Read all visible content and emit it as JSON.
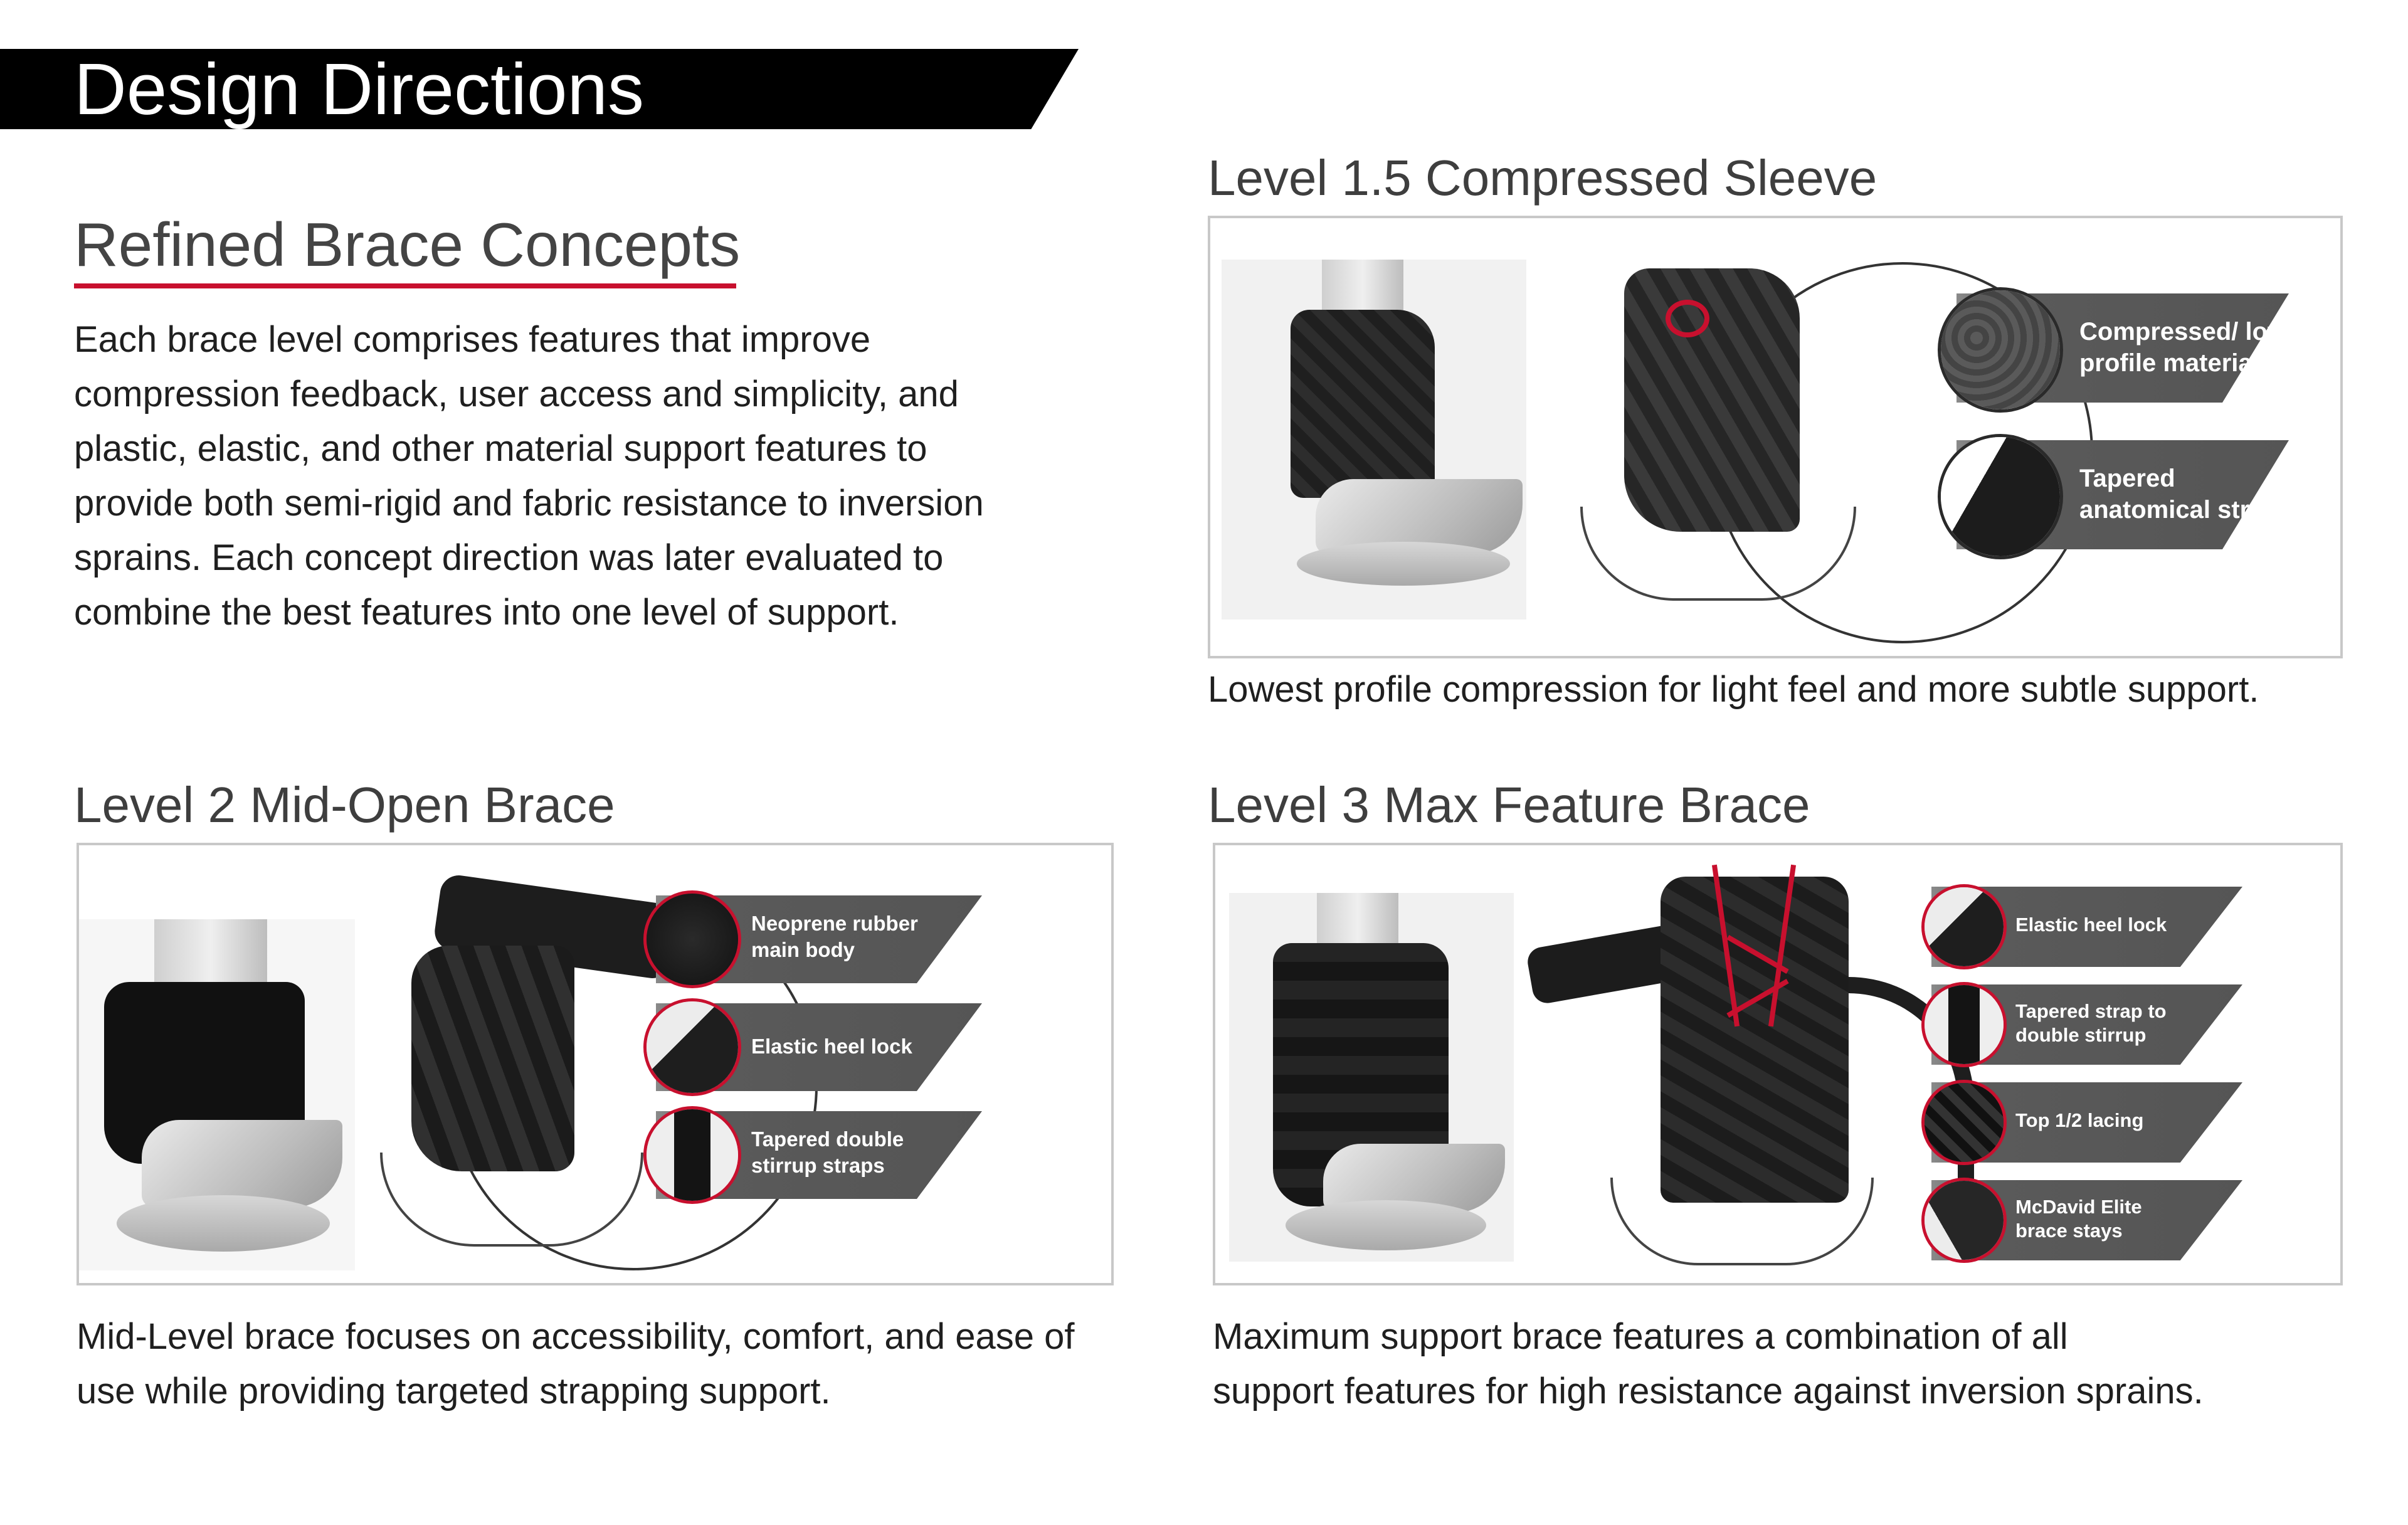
{
  "header": {
    "title": "Design Directions"
  },
  "intro": {
    "title": "Refined Brace Concepts",
    "lines": [
      "Each brace level comprises features that improve",
      "compression feedback, user access and simplicity, and",
      "plastic, elastic, and other material support features to",
      "provide both semi-rigid and fabric resistance to inversion",
      "sprains. Each concept direction was later evaluated to",
      "combine the best features into one level of support."
    ]
  },
  "level15": {
    "heading": "Level 1.5 Compressed Sleeve",
    "callouts": [
      {
        "lines": [
          "Compressed/ low",
          "profile material"
        ]
      },
      {
        "lines": [
          "Tapered",
          "anatomical strap"
        ]
      }
    ],
    "caption": [
      "Lowest profile compression for light feel and more subtle support."
    ]
  },
  "level2": {
    "heading": "Level 2 Mid-Open Brace",
    "callouts": [
      {
        "lines": [
          "Neoprene rubber",
          "main body"
        ]
      },
      {
        "lines": [
          "Elastic heel lock"
        ]
      },
      {
        "lines": [
          "Tapered double",
          "stirrup straps"
        ]
      }
    ],
    "caption": [
      "Mid-Level brace focuses on accessibility, comfort, and ease of",
      "use while providing targeted strapping support."
    ]
  },
  "level3": {
    "heading": "Level 3 Max Feature Brace",
    "callouts": [
      {
        "lines": [
          "Elastic heel lock"
        ]
      },
      {
        "lines": [
          "Tapered strap to",
          "double stirrup"
        ]
      },
      {
        "lines": [
          "Top 1/2 lacing"
        ]
      },
      {
        "lines": [
          "McDavid Elite",
          "brace stays"
        ]
      }
    ],
    "caption": [
      "Maximum support brace features a combination of all",
      "support features for high resistance against inversion sprains."
    ]
  },
  "colors": {
    "accent": "#c8102e",
    "banner": "#000000",
    "callout": "#555555",
    "border": "#c8c8c8"
  }
}
